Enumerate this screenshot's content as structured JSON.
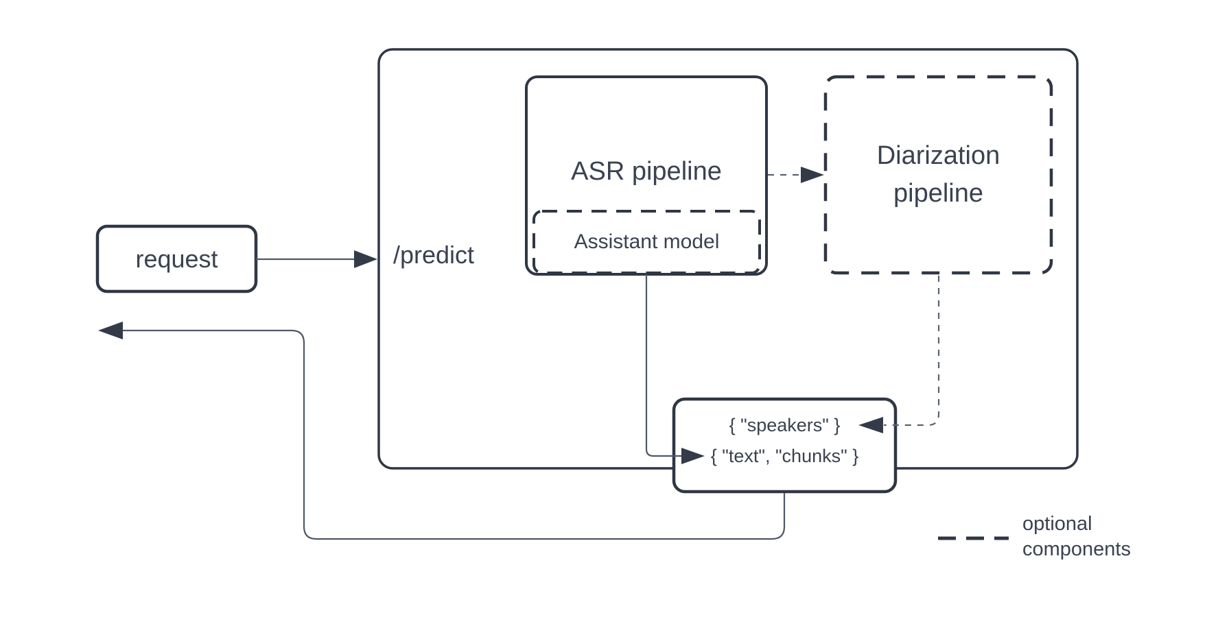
{
  "nodes": {
    "request": {
      "label": "request"
    },
    "predict": {
      "label": "/predict"
    },
    "asr_pipeline": {
      "label": "ASR pipeline"
    },
    "assistant_model": {
      "label": "Assistant model"
    },
    "diarization_pipeline": {
      "line1": "Diarization",
      "line2": "pipeline"
    },
    "result": {
      "speakers_row": "{ \"speakers\" }",
      "text_chunks_row": "{ \"text\", \"chunks\" }"
    }
  },
  "legend": {
    "line1": "optional",
    "line2": "components"
  },
  "colors": {
    "box_stroke": "#2f3744",
    "text": "#3a4250",
    "connector": "#4f5866",
    "dashed_connector": "#5a6370",
    "arrowhead": "#333b49",
    "background": "#ffffff"
  }
}
